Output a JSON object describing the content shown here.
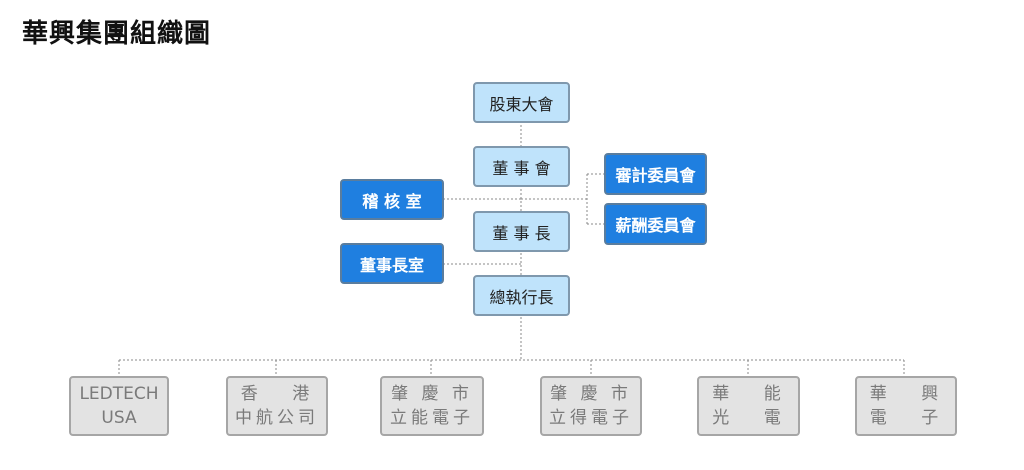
{
  "title": "華興集團組織圖",
  "core": {
    "shareholders": "股東大會",
    "board": "董 事 會",
    "chairman": "董 事 長",
    "ceo": "總執行長"
  },
  "side": {
    "audit_office": "稽 核 室",
    "chairman_office": "董事長室",
    "audit_committee": "審計委員會",
    "remuneration_committee": "薪酬委員會"
  },
  "subsidiaries": [
    {
      "line1": "LEDTECH",
      "line2": "USA"
    },
    {
      "line1": "香　 港",
      "line2": "中航公司"
    },
    {
      "line1": "肇 慶 市",
      "line2": "立能電子"
    },
    {
      "line1": "肇 慶 市",
      "line2": "立得電子"
    },
    {
      "line1": "華　 能",
      "line2": "光　 電"
    },
    {
      "line1": "華　 興",
      "line2": "電　 子"
    }
  ]
}
